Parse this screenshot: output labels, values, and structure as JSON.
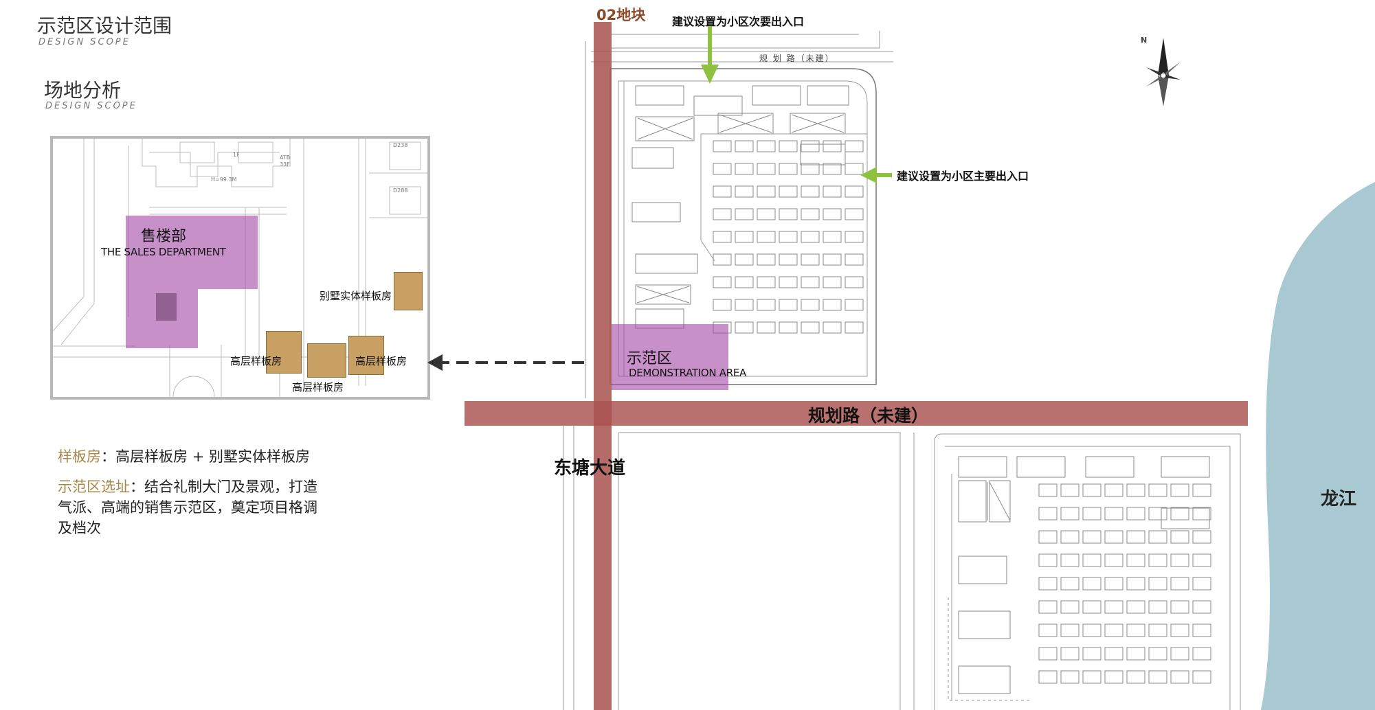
{
  "header": {
    "title_cn": "示范区设计范围",
    "title_en": "DESIGN SCOPE",
    "subtitle_cn": "场地分析",
    "subtitle_en": "DESIGN SCOPE"
  },
  "inset": {
    "sales_cn": "售楼部",
    "sales_en": "THE SALES DEPARTMENT",
    "villa_label": "别墅实体样板房",
    "highrise_left": "高层样板房",
    "highrise_right": "高层样板房",
    "highrise_bottom": "高层样板房"
  },
  "notes": {
    "line1_key": "样板房",
    "line1_text": "：高层样板房 + 别墅实体样板房",
    "line2_key": "示范区选址",
    "line2_text": "：结合礼制大门及景观，打造",
    "line3_text": "气派、高端的销售示范区，奠定项目格调",
    "line4_text": "及档次"
  },
  "map": {
    "plot_label": "02地块",
    "entrance_secondary": "建议设置为小区次要出入口",
    "entrance_main": "建议设置为小区主要出入口",
    "demo_cn": "示范区",
    "demo_en": "DEMONSTRATION AREA",
    "road_h": "规划路（未建）",
    "road_v": "东塘大道",
    "river": "龙江",
    "top_road_small": "规 划 路（未建）",
    "north": "N"
  },
  "colors": {
    "road": "#a8524f",
    "purple": "#a64ca8",
    "sample": "#c9a063",
    "green_arrow": "#8dc13f",
    "river": "#a9c9d2",
    "accent_text": "#a8864a",
    "plot_label": "#8b4a2a"
  }
}
